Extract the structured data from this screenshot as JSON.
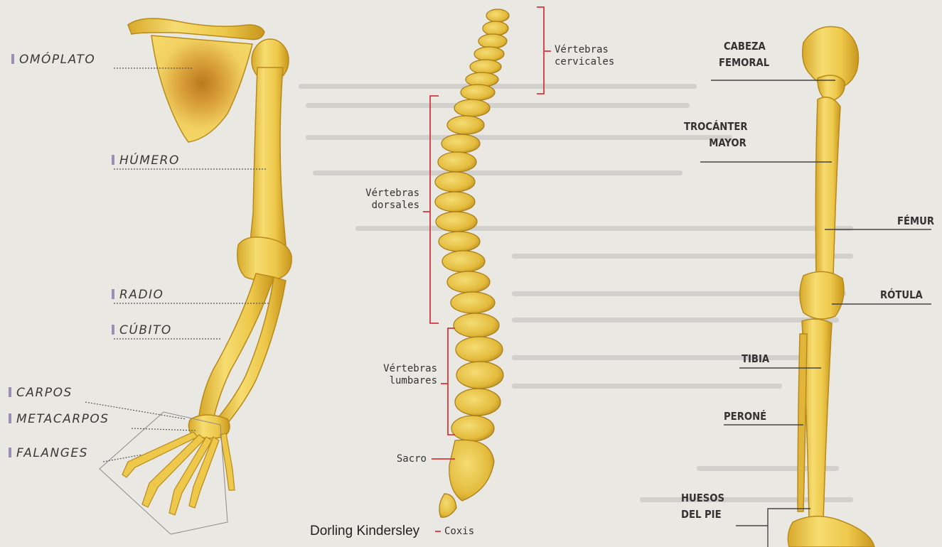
{
  "arm": {
    "labels": [
      "OMÓPLATO",
      "HÚMERO",
      "RADIO",
      "CÚBITO",
      "CARPOS",
      "METACARPOS",
      "FALANGES"
    ]
  },
  "spine": {
    "cervical": [
      "Vértebras",
      "cervicales"
    ],
    "dorsal": [
      "Vértebras",
      "dorsales"
    ],
    "lumbar": [
      "Vértebras",
      "lumbares"
    ],
    "sacrum": "Sacro",
    "coccyx": "Coxis"
  },
  "leg": {
    "femoral_head": [
      "CABEZA",
      "FEMORAL"
    ],
    "trochanter": [
      "TROCÁNTER",
      "MAYOR"
    ],
    "femur": "FÉMUR",
    "patella": "RÓTULA",
    "tibia": "TIBIA",
    "fibula": "PERONÉ",
    "foot": [
      "HUESOS",
      "DEL PIE"
    ]
  },
  "credit": "Dorling Kindersley",
  "colors": {
    "paper": "#e9e8e3",
    "bone_light": "#f3d667",
    "bone": "#e8c33d",
    "bone_shade": "#c99a1e",
    "scapula_center": "#c2871f",
    "bracket": "#d9363b",
    "leader": "#555555",
    "arm_marker": "#9b8fb8"
  }
}
